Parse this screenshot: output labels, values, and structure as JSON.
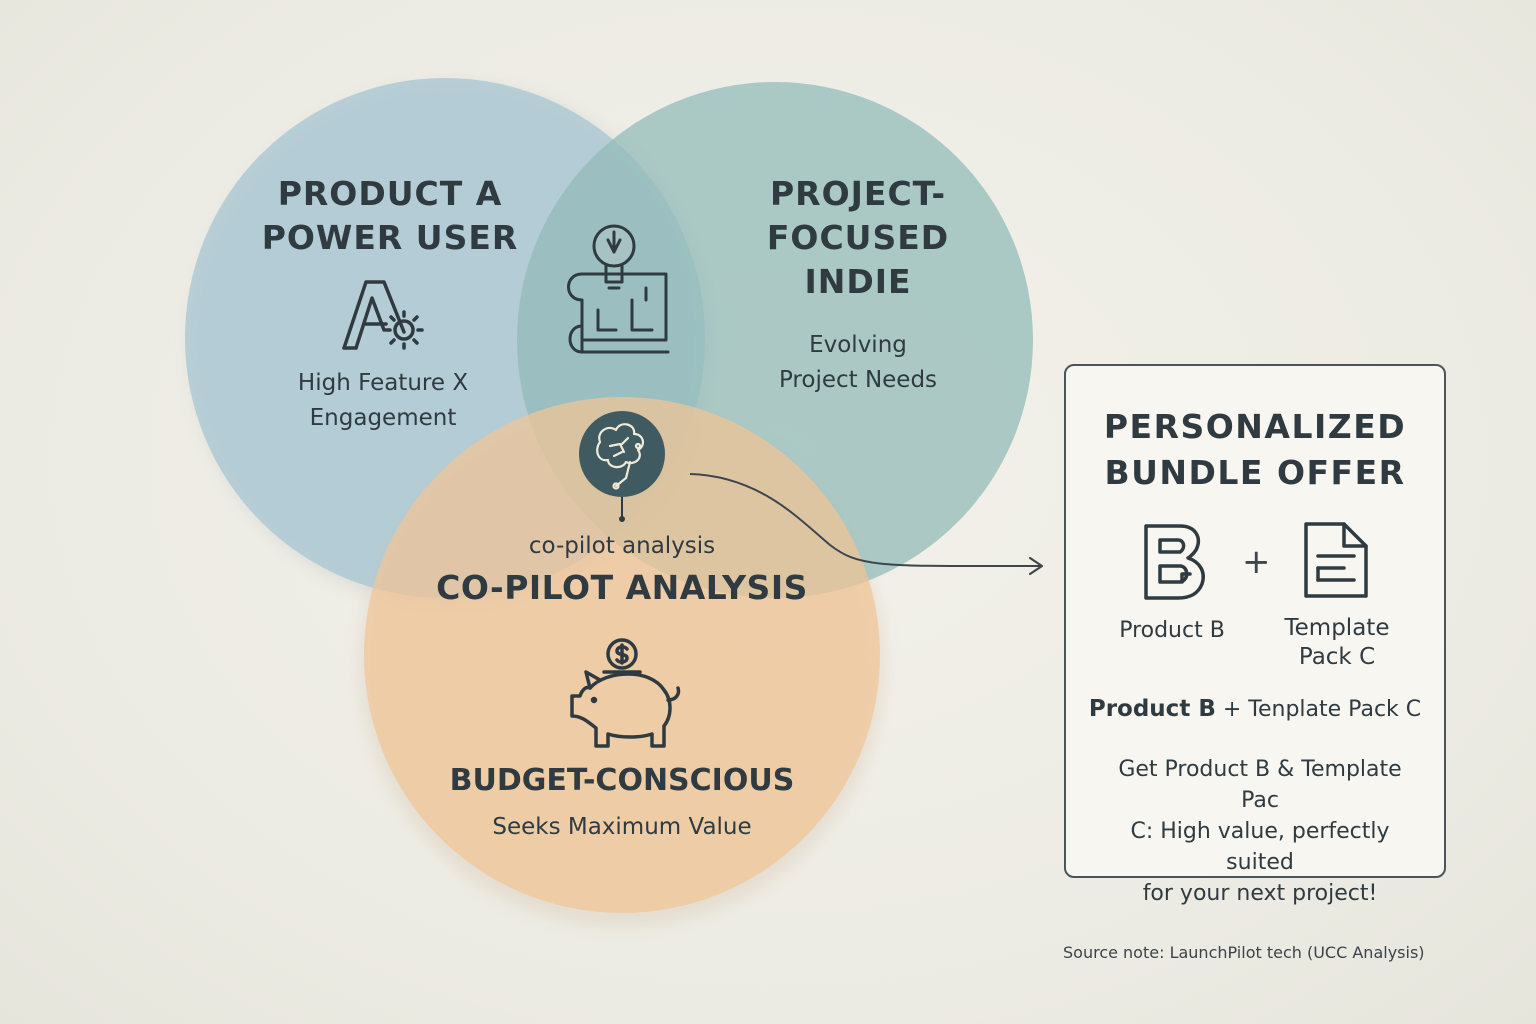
{
  "colors": {
    "circle_a": "#a9c7d4",
    "circle_b": "#9ec2c0",
    "circle_c": "#f0c79c",
    "ink": "#2f3b40"
  },
  "circles": {
    "product_a": {
      "title_line1": "PRODUCT A",
      "title_line2": "POWER USER",
      "sub_line1": "High Feature X",
      "sub_line2": "Engagement",
      "icon": "letter-a-gear-icon"
    },
    "project_indie": {
      "title_line1": "PROJECT-",
      "title_line2": "FOCUSED",
      "title_line3": "INDIE",
      "sub_line1": "Evolving",
      "sub_line2": "Project Needs"
    },
    "budget": {
      "title": "BUDGET-CONSCIOUS",
      "sub": "Seeks Maximum Value",
      "icon": "piggy-bank-icon"
    }
  },
  "center": {
    "icon_top": "lightbulb-blueprint-icon",
    "icon_core": "brain-circuit-icon",
    "small_label": "co-pilot  analysis",
    "big_label": "CO-PILOT ANALYSIS"
  },
  "offer_card": {
    "title_line1": "PERSONALIZED",
    "title_line2": "BUNDLE OFFER",
    "item1_label": "Product B",
    "item2_line1": "Template",
    "item2_line2": "Pack C",
    "plus": "+",
    "combo_bold": "Product B",
    "combo_rest": "+ Tenplate Pack C",
    "desc_line1": "Get Product B & Template Pac",
    "desc_line2": "C: High value, perfectly suited",
    "desc_line3": "for your next project!"
  },
  "source_note": "Source note: LaunchPilot tech (UCC Analysis)"
}
